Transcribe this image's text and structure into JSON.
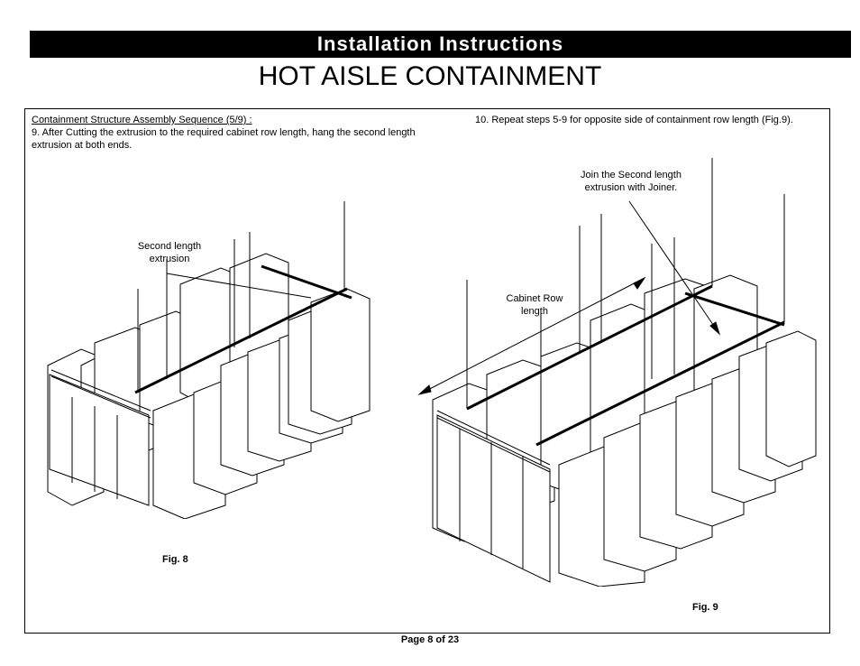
{
  "header": {
    "title": "Installation Instructions",
    "subtitle": "HOT AISLE CONTAINMENT"
  },
  "left": {
    "heading": "Containment Structure Assembly Sequence (5/9) :",
    "step": "9.  After Cutting the extrusion to the required cabinet row length, hang the second length extrusion at both ends."
  },
  "right": {
    "step": "10.  Repeat steps 5-9 for opposite side of containment row length (Fig.9)."
  },
  "fig8": {
    "callout_line1": "Second length",
    "callout_line2": "extrusion",
    "label": "Fig. 8"
  },
  "fig9": {
    "callout_joiner_line1": "Join the Second length",
    "callout_joiner_line2": "extrusion with Joiner.",
    "callout_row_line1": "Cabinet Row",
    "callout_row_line2": "length",
    "label": "Fig. 9"
  },
  "footer": {
    "page": "Page 8 of 23"
  }
}
